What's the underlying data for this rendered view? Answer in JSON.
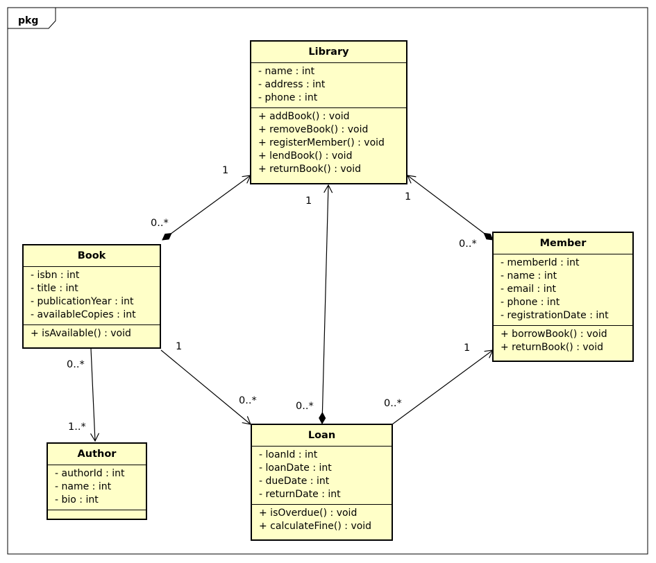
{
  "package": {
    "label": "pkg"
  },
  "classes": {
    "library": {
      "name": "Library",
      "attributes": [
        "- name : int",
        "- address : int",
        "- phone : int"
      ],
      "operations": [
        "+ addBook() : void",
        "+ removeBook() : void",
        "+ registerMember() : void",
        "+ lendBook() : void",
        "+ returnBook() : void"
      ]
    },
    "book": {
      "name": "Book",
      "attributes": [
        "- isbn : int",
        "- title : int",
        "- publicationYear : int",
        "- availableCopies : int"
      ],
      "operations": [
        "+ isAvailable() : void"
      ]
    },
    "member": {
      "name": "Member",
      "attributes": [
        "- memberId : int",
        "- name : int",
        "- email : int",
        "- phone : int",
        "- registrationDate : int"
      ],
      "operations": [
        "+ borrowBook() : void",
        "+ returnBook() : void"
      ]
    },
    "author": {
      "name": "Author",
      "attributes": [
        "- authorId : int",
        "- name : int",
        "- bio : int"
      ],
      "operations": []
    },
    "loan": {
      "name": "Loan",
      "attributes": [
        "- loanId : int",
        "- loanDate : int",
        "- dueDate : int",
        "- returnDate : int"
      ],
      "operations": [
        "+ isOverdue() : void",
        "+ calculateFine() : void"
      ]
    }
  },
  "multiplicities": {
    "library_book_library": "1",
    "library_book_book": "0..*",
    "library_loan_library": "1",
    "library_loan_loan": "0..*",
    "library_member_library": "1",
    "library_member_member": "0..*",
    "book_author_book": "0..*",
    "book_author_author": "1..*",
    "book_loan_book": "1",
    "book_loan_loan": "0..*",
    "member_loan_member": "1",
    "member_loan_loan": "0..*"
  }
}
